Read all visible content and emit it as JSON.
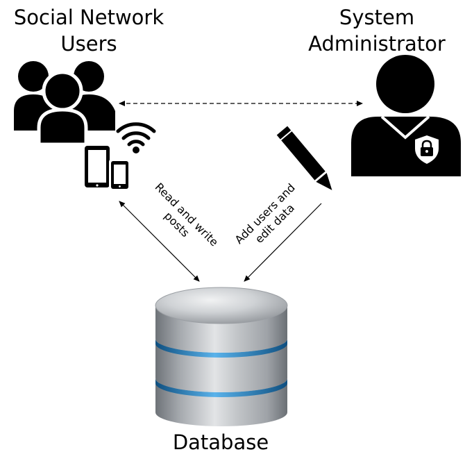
{
  "nodes": {
    "users": {
      "label_line1": "Social Network",
      "label_line2": "Users",
      "icon": "users-group-icon",
      "device_icons": [
        "tablet-icon",
        "phone-icon",
        "wifi-icon"
      ]
    },
    "admin": {
      "label_line1": "System",
      "label_line2": "Administrator",
      "icon": "admin-user-icon",
      "badge_icon": "lock-shield-icon"
    },
    "database": {
      "label": "Database",
      "icon": "database-cylinder-icon"
    }
  },
  "edges": {
    "users_admin": {
      "style": "dashed",
      "direction": "bidirectional"
    },
    "users_database": {
      "label_line1": "Read and write",
      "label_line2": "posts",
      "direction": "bidirectional"
    },
    "admin_database": {
      "label_line1": "Add users and",
      "label_line2": "edit data",
      "direction": "to-database",
      "icon": "pencil-icon"
    }
  },
  "colors": {
    "icon": "#000000",
    "db_ring": "#1e7fc2",
    "db_silver": "#a9acb1"
  }
}
